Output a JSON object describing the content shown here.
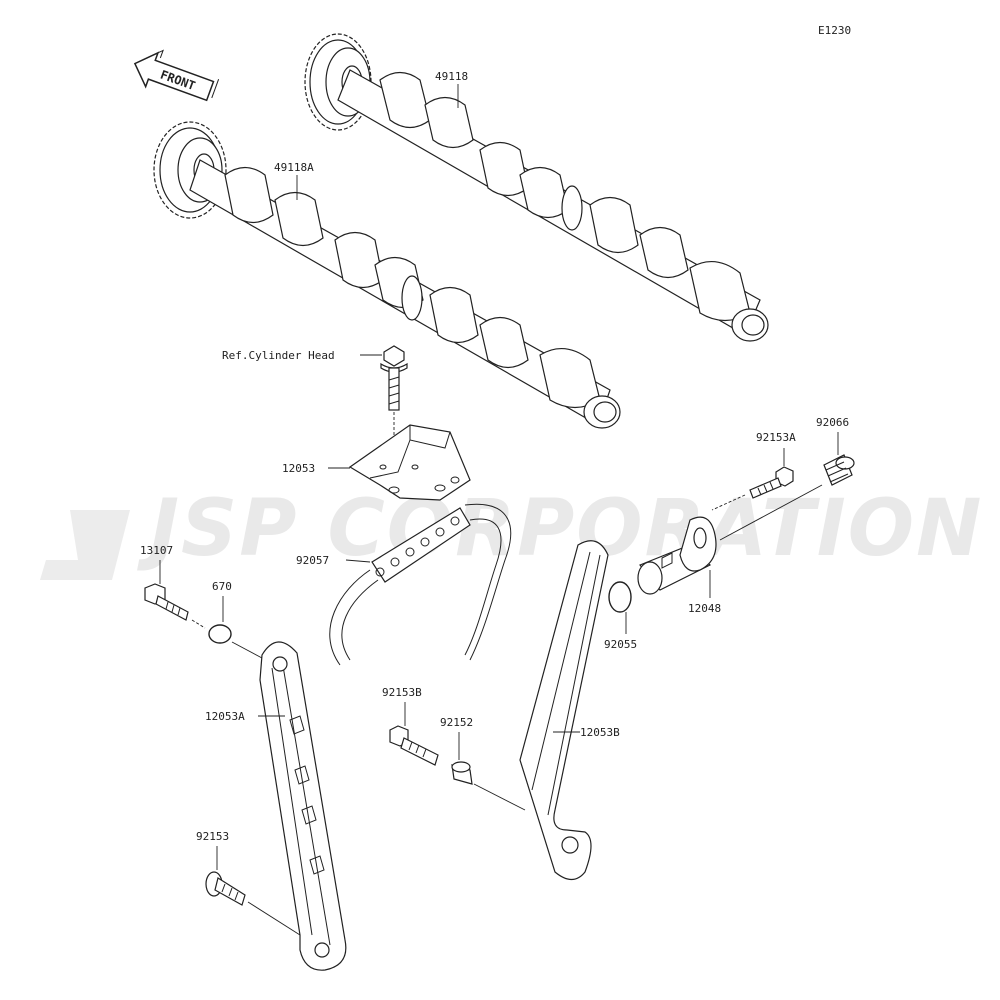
{
  "diagram_code": "E1230",
  "front_label": "FRONT",
  "watermark": "JSP CORPORATION",
  "colors": {
    "line": "#222222",
    "watermark": "#e9e9e9",
    "background": "#ffffff"
  },
  "labels": {
    "p49118": "49118",
    "p49118A": "49118A",
    "ref_cylinder_head": "Ref.Cylinder Head",
    "p12053": "12053",
    "p92153A": "92153A",
    "p92066": "92066",
    "p13107": "13107",
    "p670": "670",
    "p92057": "92057",
    "p12048": "12048",
    "p92055": "92055",
    "p12053A": "12053A",
    "p92153B": "92153B",
    "p92152": "92152",
    "p12053B": "12053B",
    "p92153": "92153"
  }
}
